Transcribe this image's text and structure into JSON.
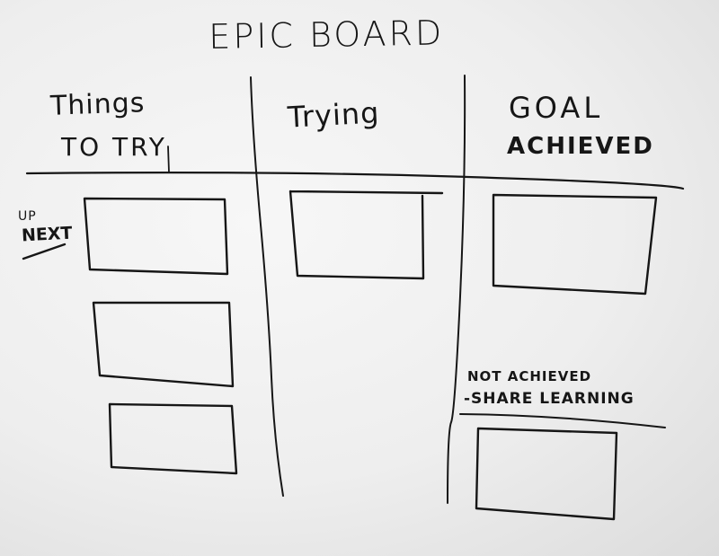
{
  "board": {
    "title": "EPIC BOARD",
    "columns": [
      {
        "heading_lines": [
          "Things",
          "TO TRY"
        ]
      },
      {
        "heading_lines": [
          "Trying"
        ]
      },
      {
        "heading_lines": [
          "GOAL",
          "ACHIEVED"
        ]
      }
    ],
    "up_next": [
      "UP",
      "NEXT"
    ],
    "not_achieved": [
      "NOT ACHIEVED",
      "-SHARE LEARNING"
    ]
  },
  "ink_color": "#161616",
  "board_color": "#efefef"
}
